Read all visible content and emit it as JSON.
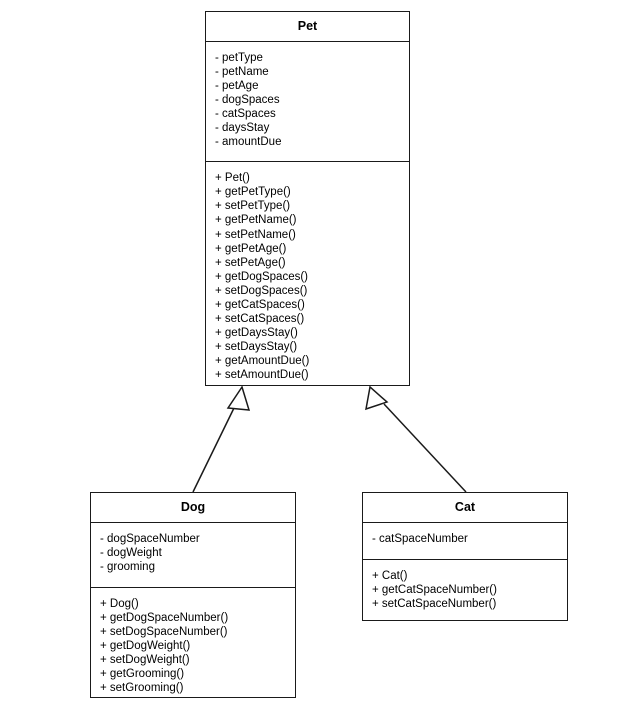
{
  "diagram": {
    "kind": "uml-class-diagram",
    "background_color": "#ffffff",
    "line_color": "#1a1a1a",
    "text_color": "#000000",
    "classes": [
      {
        "id": "pet",
        "name": "Pet",
        "attributes": [
          "- petType",
          "- petName",
          "- petAge",
          "- dogSpaces",
          "- catSpaces",
          "- daysStay",
          "- amountDue"
        ],
        "operations": [
          "+ Pet()",
          "+ getPetType()",
          "+ setPetType()",
          "+ getPetName()",
          "+ setPetName()",
          "+ getPetAge()",
          "+ setPetAge()",
          "+ getDogSpaces()",
          "+ setDogSpaces()",
          "+ getCatSpaces()",
          "+ setCatSpaces()",
          "+ getDaysStay()",
          "+ setDaysStay()",
          "+ getAmountDue()",
          "+ setAmountDue()"
        ]
      },
      {
        "id": "dog",
        "name": "Dog",
        "attributes": [
          "- dogSpaceNumber",
          "- dogWeight",
          "- grooming"
        ],
        "operations": [
          "+ Dog()",
          "+ getDogSpaceNumber()",
          "+ setDogSpaceNumber()",
          "+ getDogWeight()",
          "+ setDogWeight()",
          "+ getGrooming()",
          "+ setGrooming()"
        ]
      },
      {
        "id": "cat",
        "name": "Cat",
        "attributes": [
          "- catSpaceNumber"
        ],
        "operations": [
          "+ Cat()",
          "+ getCatSpaceNumber()",
          "+ setCatSpaceNumber()"
        ]
      }
    ],
    "relationships": [
      {
        "type": "generalization",
        "from": "Dog",
        "to": "Pet",
        "arrow": "hollow-triangle"
      },
      {
        "type": "generalization",
        "from": "Cat",
        "to": "Pet",
        "arrow": "hollow-triangle"
      }
    ]
  }
}
